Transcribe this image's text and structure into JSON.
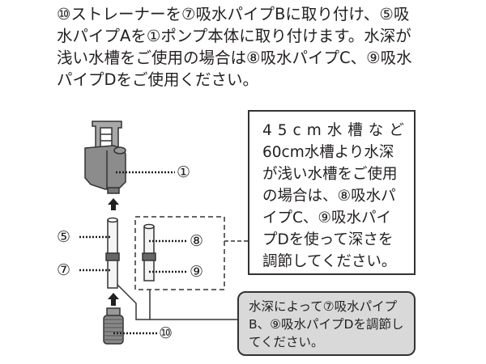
{
  "intro": {
    "lines": [
      "⑩ストレーナーを⑦吸水パイプBに取り付け、⑤吸",
      "水パイプAを①ポンプ本体に取り付けます。水深が",
      "浅い水槽をご使用の場合は⑧吸水パイプC、⑨吸水",
      "パイプDをご使用ください。"
    ]
  },
  "diagram": {
    "labels": {
      "pump": "①",
      "pipe_a": "⑤",
      "pipe_b": "⑦",
      "pipe_c": "⑧",
      "pipe_d": "⑨",
      "strainer": "⑩"
    }
  },
  "note_box": {
    "lines": [
      "45cm水槽など",
      "60cm水槽より水深",
      "が浅い水槽をご使用",
      "の場合は、⑧吸水パ",
      "イプC、⑨吸水パイ",
      "プDを使って深さを",
      "調節してください。"
    ]
  },
  "callout": {
    "lines": [
      "水深によって⑦吸水パイプ",
      "B、⑨吸水パイプDを調節し",
      "てください。"
    ],
    "background": "#d9d9da"
  }
}
